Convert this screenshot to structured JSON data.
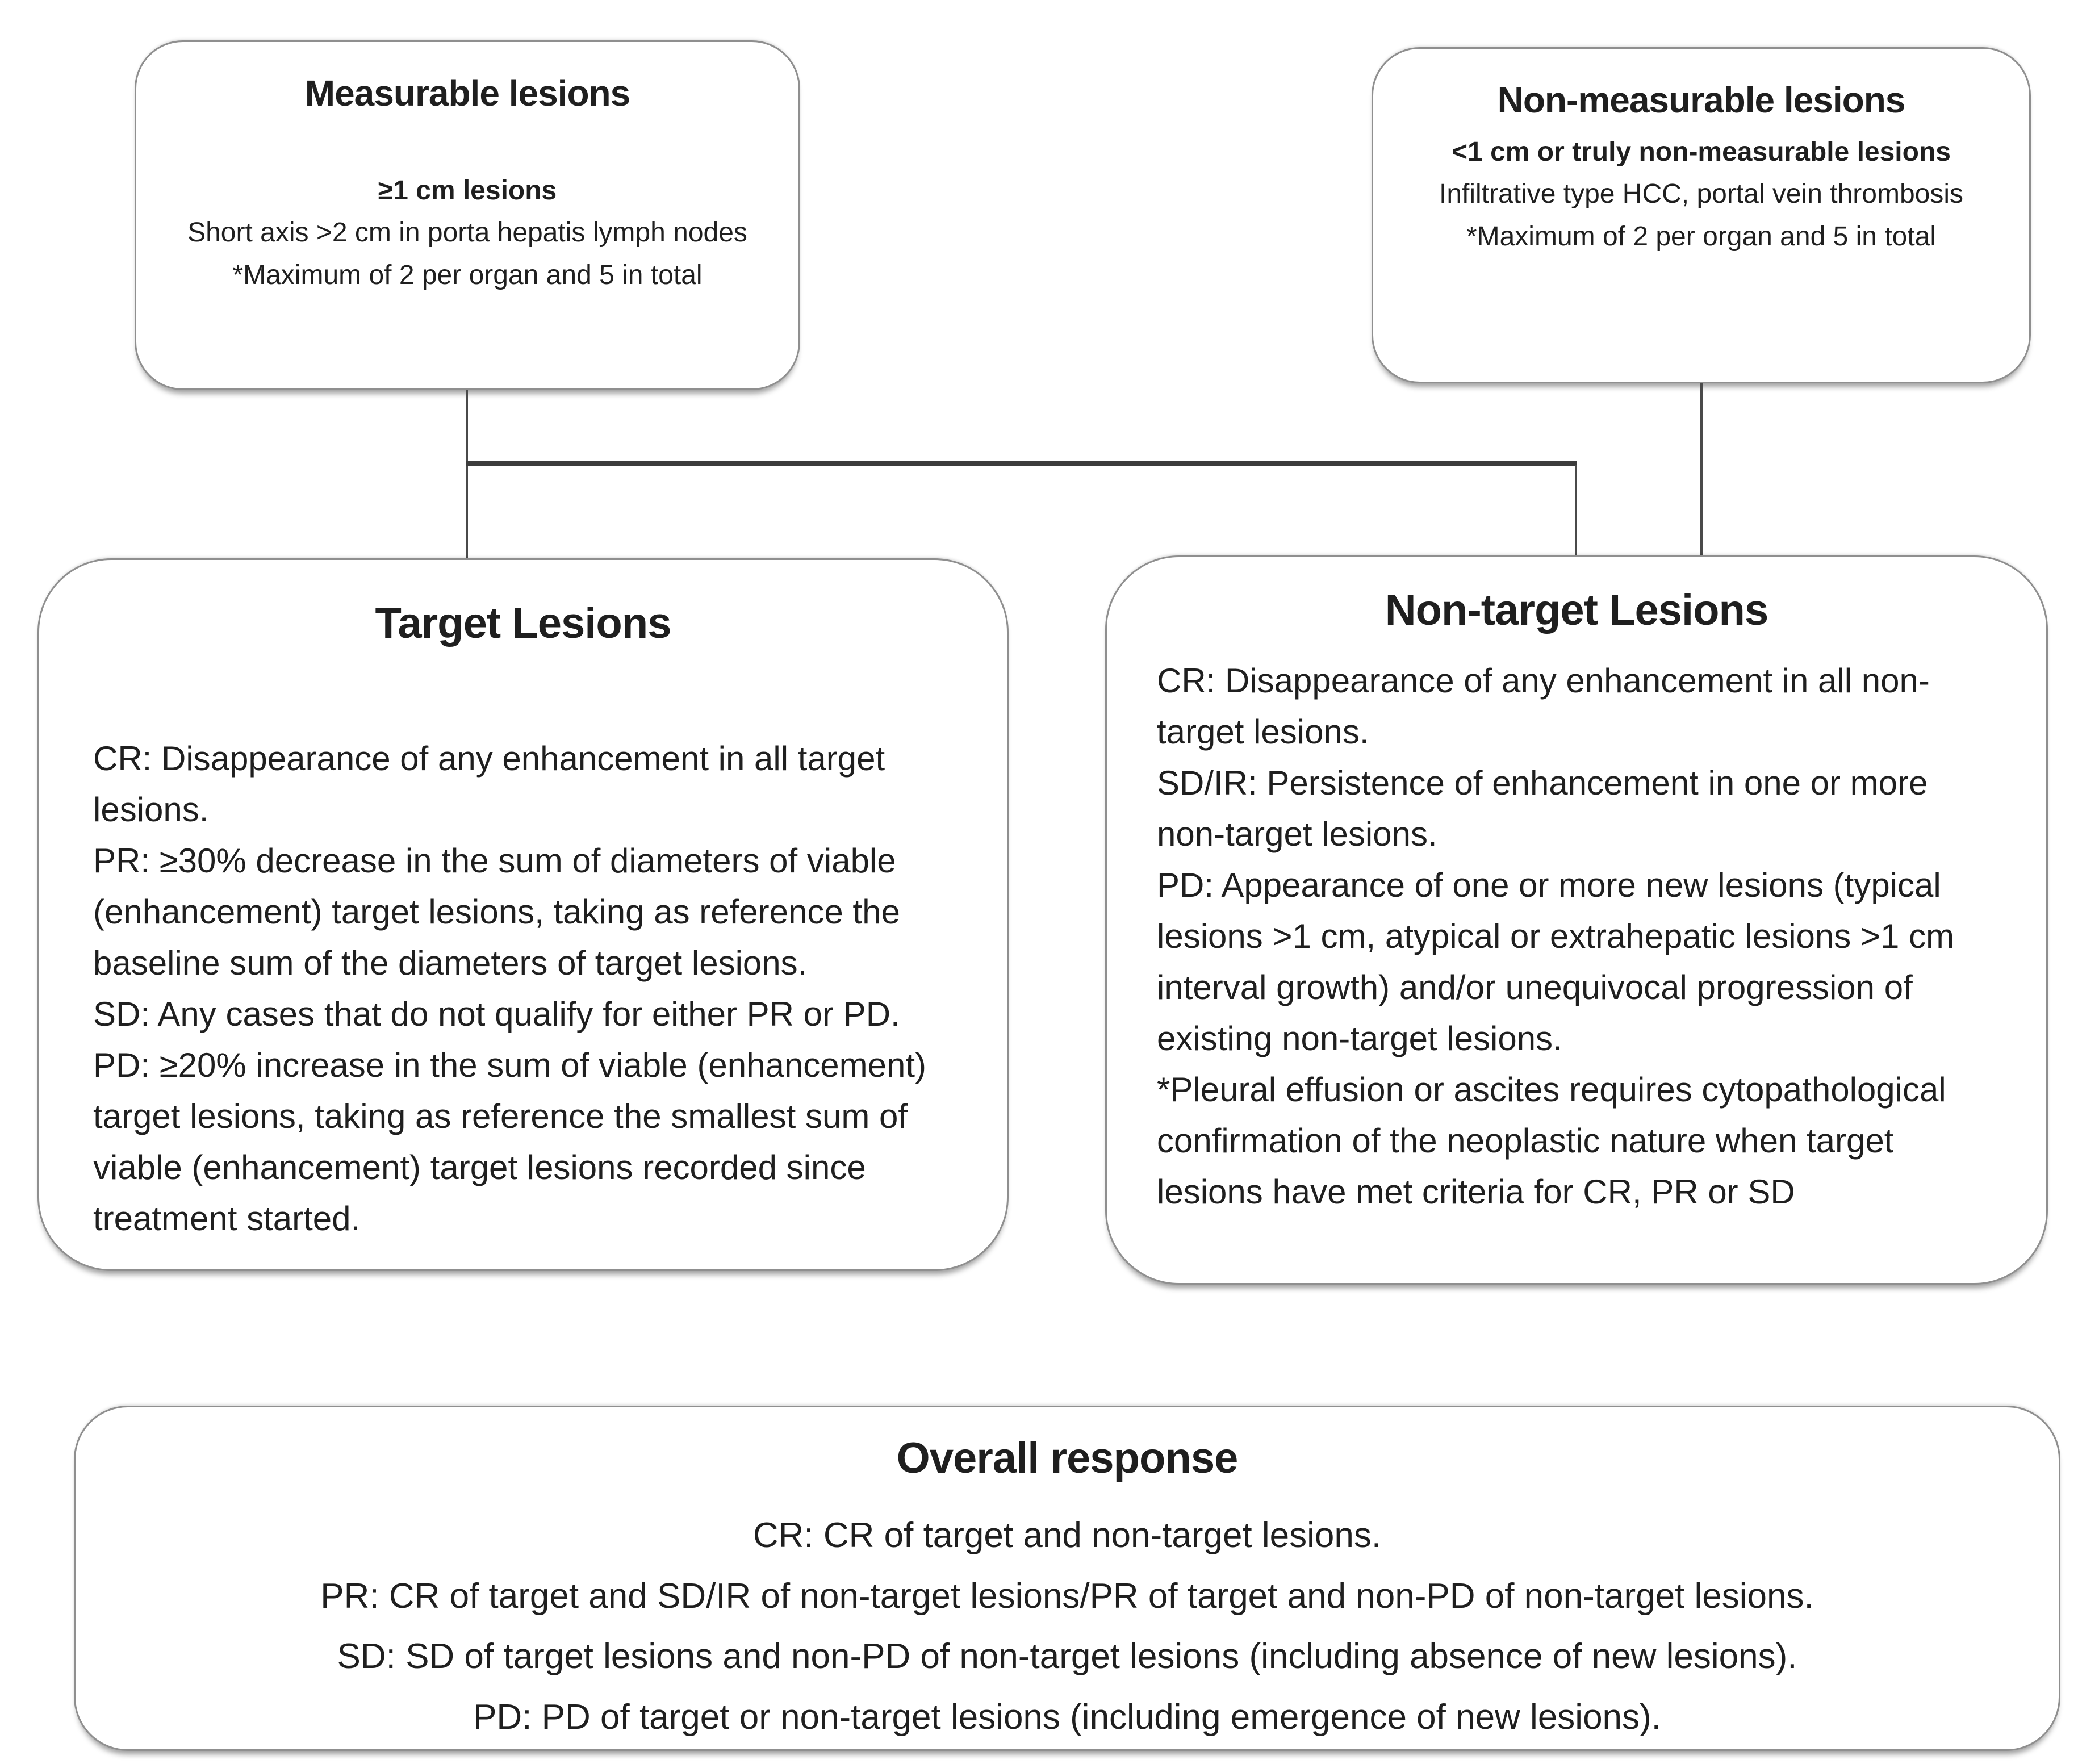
{
  "colors": {
    "text": "#1f1f1f",
    "border": "#8f8f8f",
    "connector": "#4a4a4a",
    "connector-strong": "#3c3c3c",
    "background": "#ffffff"
  },
  "measurable": {
    "title": "Measurable lesions",
    "subtitle": "≥1 cm lesions",
    "line2": "Short axis >2 cm in porta hepatis lymph nodes",
    "line3": "*Maximum of 2 per organ and 5 in total"
  },
  "nonmeasurable": {
    "title": "Non-measurable lesions",
    "subtitle": "<1 cm or truly non-measurable lesions",
    "line2": "Infiltrative type HCC, portal vein thrombosis",
    "line3": "*Maximum of 2 per organ and 5 in total"
  },
  "target": {
    "title": "Target Lesions",
    "cr": "CR: Disappearance of any enhancement in all target lesions.",
    "pr": "PR: ≥30% decrease in the sum of diameters of viable (enhancement) target lesions, taking as reference the baseline sum of the diameters of target lesions.",
    "sd": "SD: Any cases that do not qualify for either PR or PD.",
    "pd": "PD: ≥20% increase in the sum of viable (enhancement) target lesions, taking as reference the smallest sum of viable (enhancement) target lesions recorded since treatment started."
  },
  "nontarget": {
    "title": "Non-target Lesions",
    "cr": "CR: Disappearance of any enhancement in all non-target lesions.",
    "sdir": "SD/IR: Persistence of enhancement in one or more non-target lesions.",
    "pd": "PD: Appearance of one or more new lesions (typical lesions >1 cm, atypical or extrahepatic lesions >1 cm interval growth) and/or unequivocal progression of existing non-target lesions.",
    "note": "*Pleural effusion or ascites requires cytopathological confirmation of the neoplastic nature when target lesions have met criteria for CR, PR or SD"
  },
  "overall": {
    "title": "Overall response",
    "cr": "CR: CR of target and non-target lesions.",
    "pr": "PR: CR of target and SD/IR of non-target lesions/PR of target and non-PD of non-target lesions.",
    "sd": "SD: SD of target lesions and non-PD of non-target lesions (including absence of new lesions).",
    "pd": "PD: PD of target or non-target lesions (including emergence of new lesions)."
  }
}
